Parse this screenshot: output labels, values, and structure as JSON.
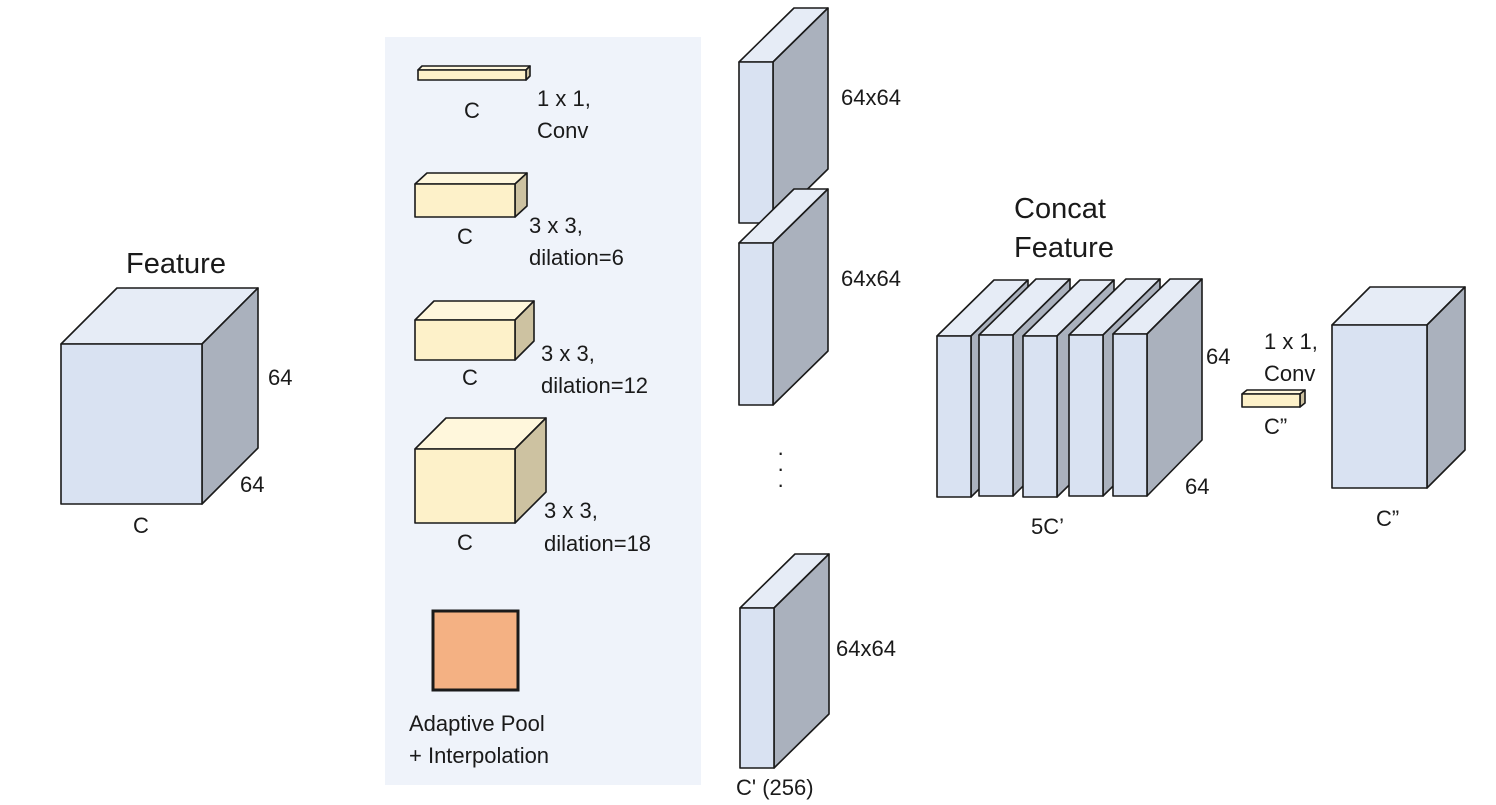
{
  "colors": {
    "panel_bg": "#eff3fa",
    "map_front": "#d9e2f2",
    "map_top": "#e6ecf6",
    "map_side": "#aab1bd",
    "kernel_front": "#fdf1c9",
    "kernel_top": "#fff7dc",
    "kernel_side": "#cdc2a1",
    "pool_fill": "#f4b183"
  },
  "input": {
    "title": "Feature",
    "height_label": "64",
    "depth_label": "64",
    "channel_label": "C"
  },
  "branches": [
    {
      "channel": "C",
      "desc_line1": "1 x 1,",
      "desc_line2": "Conv"
    },
    {
      "channel": "C",
      "desc_line1": "3 x 3,",
      "desc_line2": "dilation=6"
    },
    {
      "channel": "C",
      "desc_line1": "3 x 3,",
      "desc_line2": "dilation=12"
    },
    {
      "channel": "C",
      "desc_line1": "3 x 3,",
      "desc_line2": "dilation=18"
    }
  ],
  "pool": {
    "line1": "Adaptive Pool",
    "line2": "+ Interpolation"
  },
  "outputs": {
    "size_labels": [
      "64x64",
      "64x64",
      "64x64"
    ],
    "ellipsis": "·",
    "channel_label": "C' (256)"
  },
  "concat": {
    "title_line1": "Concat",
    "title_line2": "Feature",
    "height_label": "64",
    "depth_label": "64",
    "channel_label": "5C’"
  },
  "final_conv": {
    "line1": "1 x 1,",
    "line2": "Conv",
    "channel_label": "C”"
  },
  "result": {
    "channel_label": "C”"
  }
}
